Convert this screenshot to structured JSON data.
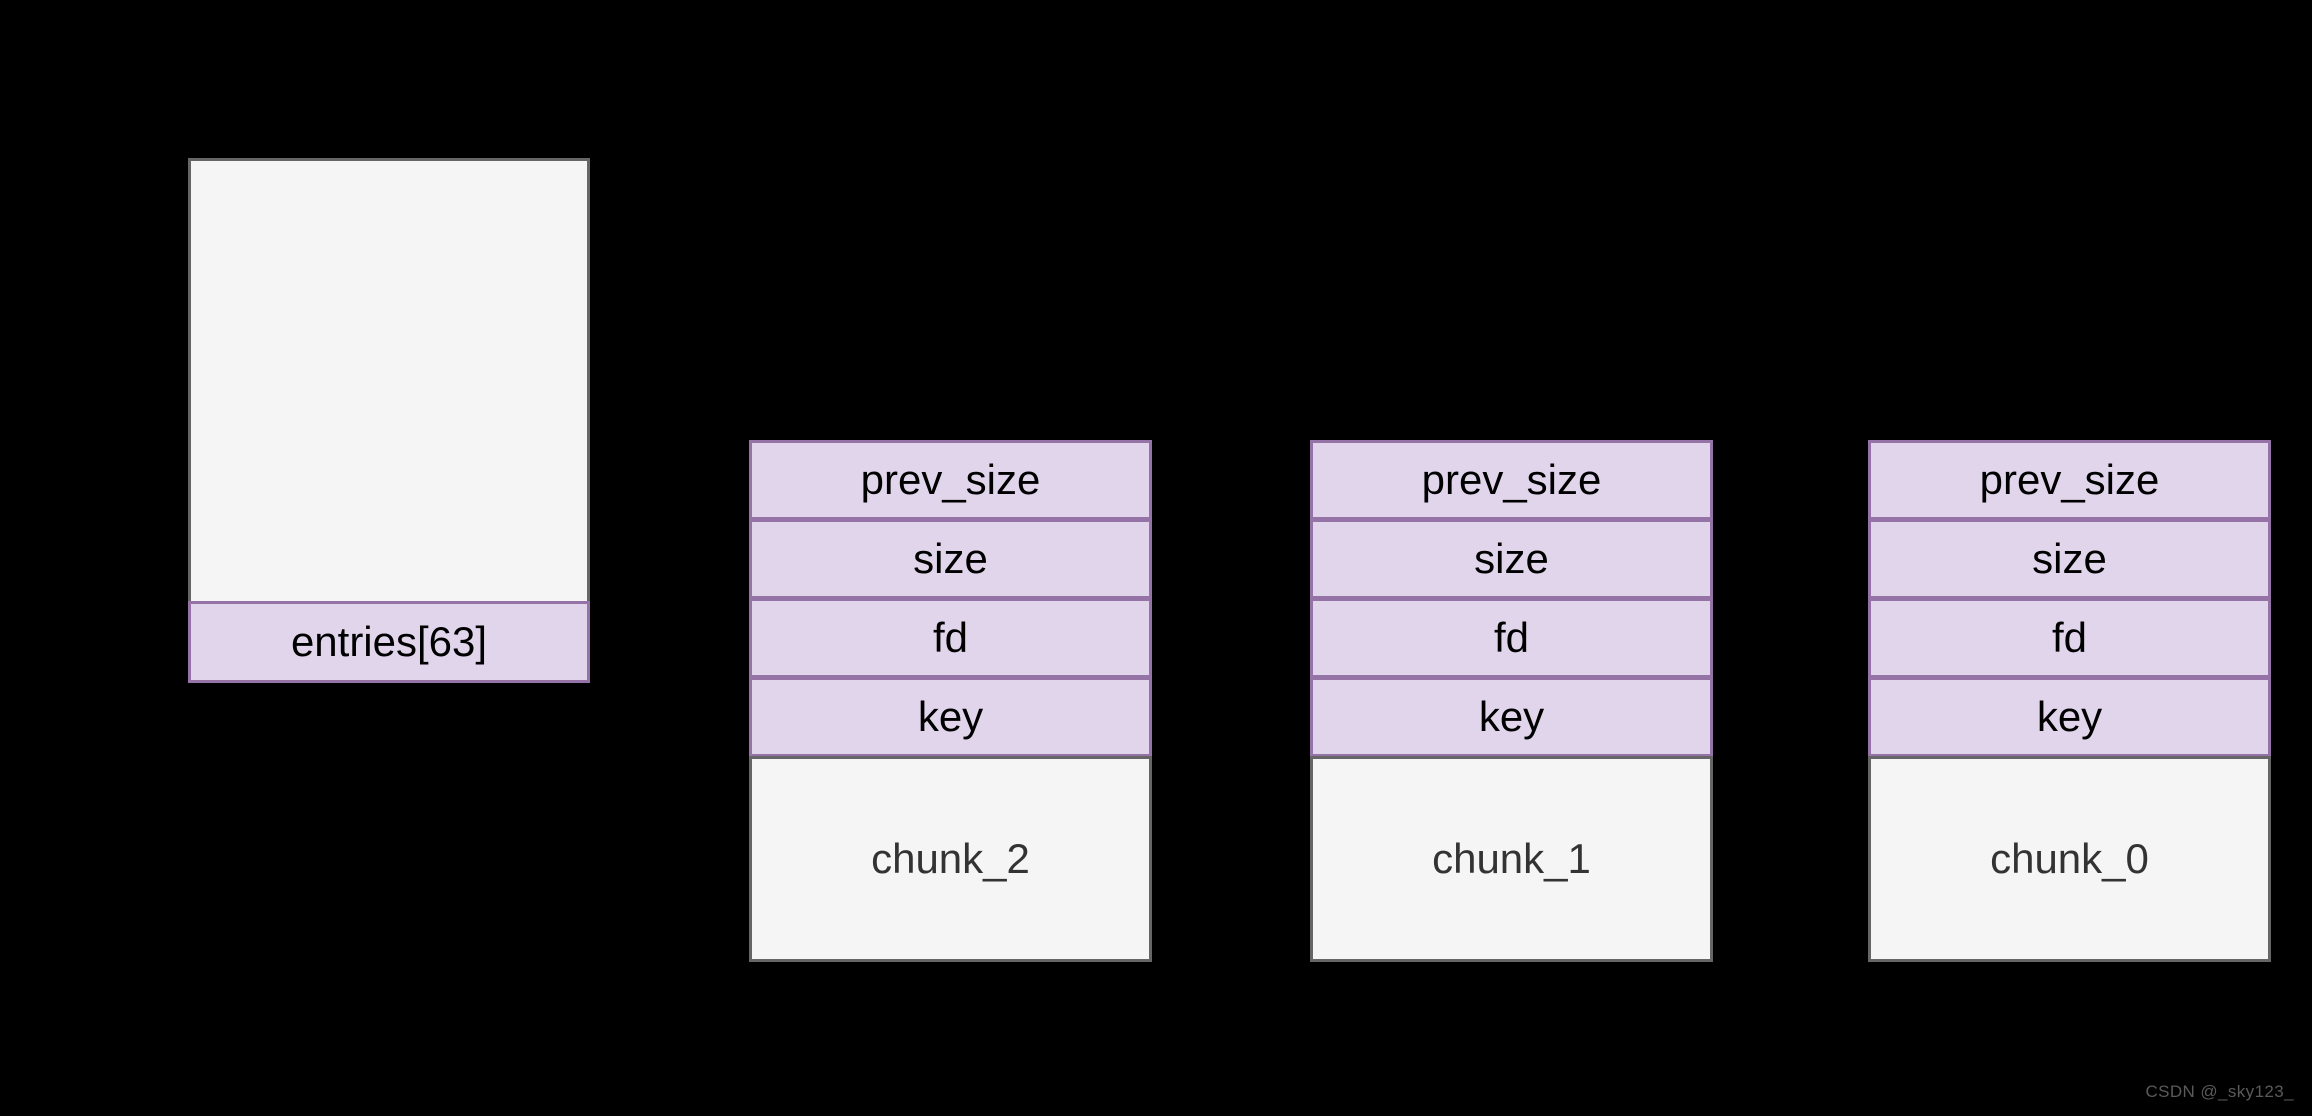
{
  "diagram": {
    "background_color": "#000000",
    "purple_fill": "#e1d5ec",
    "purple_border": "#9673a6",
    "plain_fill": "#f5f5f5",
    "plain_border": "#666666",
    "tcache": {
      "array_label": "entries[63]"
    },
    "chunk_field_labels": {
      "prev_size": "prev_size",
      "size": "size",
      "fd": "fd",
      "key": "key"
    },
    "chunks": [
      {
        "name": "chunk_2",
        "fields": [
          "prev_size",
          "size",
          "fd",
          "key"
        ],
        "body_label": "chunk_2"
      },
      {
        "name": "chunk_1",
        "fields": [
          "prev_size",
          "size",
          "fd",
          "key"
        ],
        "body_label": "chunk_1"
      },
      {
        "name": "chunk_0",
        "fields": [
          "prev_size",
          "size",
          "fd",
          "key"
        ],
        "body_label": "chunk_0"
      }
    ]
  },
  "watermark": {
    "text": "CSDN @_sky123_"
  }
}
